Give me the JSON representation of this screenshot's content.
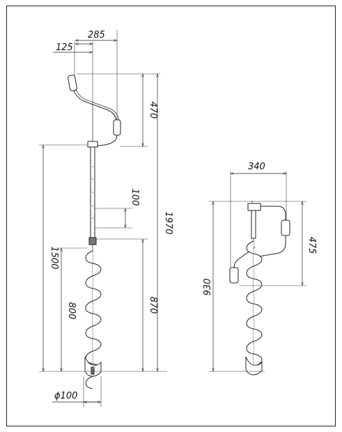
{
  "drawing": {
    "title": "",
    "side_view": {
      "dimensions": {
        "handle_offset_small": "125",
        "handle_offset_large": "285",
        "crank_height": "470",
        "rod_spacing": "100",
        "total_length": "1970",
        "auger_total": "1500",
        "auger_body": "870",
        "flight_length": "800",
        "diameter": "ϕ100"
      }
    },
    "folded_view": {
      "dimensions": {
        "width": "340",
        "handle_span": "475",
        "folded_length": "930"
      }
    }
  }
}
